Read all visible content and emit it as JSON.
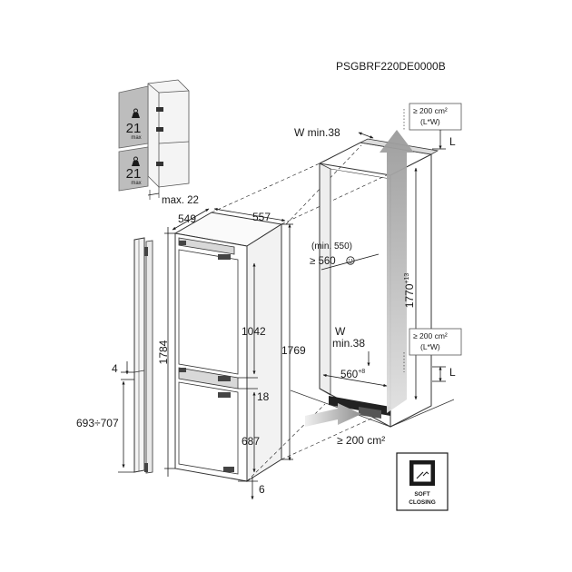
{
  "product_code": "PSGBRF220DE0000B",
  "door_load": {
    "upper_value": "21",
    "upper_unit": "max",
    "lower_value": "21",
    "lower_unit": "max",
    "offset": "max. 22"
  },
  "appliance": {
    "depth": "549",
    "width": "557",
    "height_total": "1784",
    "height_body": "1769",
    "fridge_door": "1042",
    "gap": "18",
    "freezer_door": "687",
    "bottom": "6"
  },
  "door_panel": {
    "gap_top": "4",
    "height": "693÷707"
  },
  "niche": {
    "top_vent_width": "W min.38",
    "top_vent_area_1": "≥ 200 cm²",
    "top_vent_area_2": "(L*W)",
    "min_depth_1": "(min. 550)",
    "min_depth_2": "≥ 560",
    "height": "1770",
    "height_tol": "+13",
    "bottom_vent_width_1": "W",
    "bottom_vent_width_2": "min.38",
    "bottom_vent_area_1": "≥ 200 cm²",
    "bottom_vent_area_2": "(L*W)",
    "width": "560",
    "width_tol": "+8",
    "floor_vent_area": "≥ 200 cm²",
    "label_L_top": "L",
    "label_L_bottom": "L"
  },
  "badge": {
    "line1": "SOFT",
    "line2": "CLOSING"
  }
}
